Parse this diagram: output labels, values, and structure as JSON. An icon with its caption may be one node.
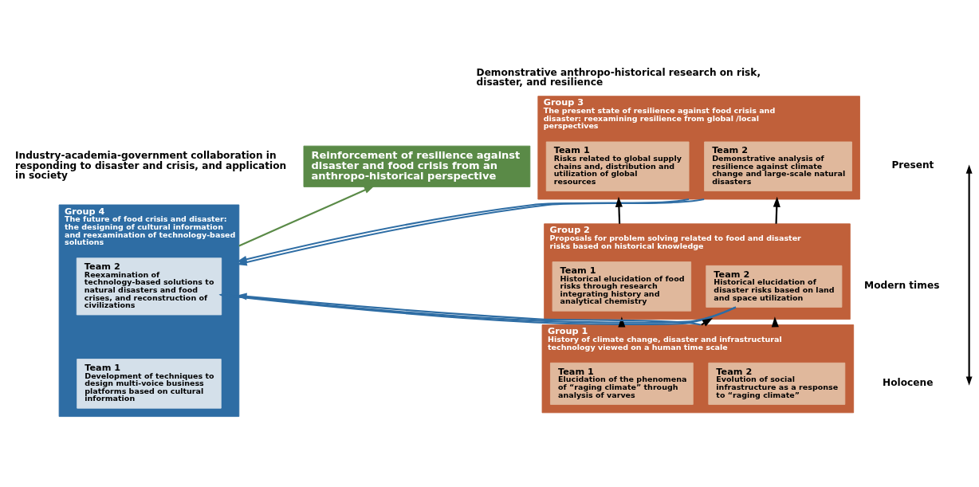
{
  "diagram": {
    "nodes": [
      {
        "text": [
          "Group 3",
          "The present state of resilience against food crisis and disaster: reexamining resilience from global /local perspectives"
        ]
      },
      {
        "text": [
          "Team 1",
          "Risks related to global supply chains and, distribution and utilization of global resources"
        ],
        "in": 0
      },
      {
        "text": [
          "Team 2",
          "Demonstrative analysis of resilience against climate change and large-scale natural disasters"
        ],
        "in": 0
      },
      {
        "text": [
          "Group 2",
          "Proposals for problem solving related to food and disaster risks based on historical knowledge"
        ]
      },
      {
        "text": [
          "Team 1",
          "Historical elucidation of food risks through research integrating history and analytical chemistry"
        ],
        "in": 3
      },
      {
        "text": [
          "Team 2",
          "Historical elucidation of disaster risks based on land and space utilization"
        ],
        "in": 3
      },
      {
        "text": [
          "Group 1",
          "History of climate change, disaster and infrastructural technology viewed on a human time scale"
        ]
      },
      {
        "text": [
          "Team 1",
          "Elucidation of the phenomena of “raging climate” through analysis of varves"
        ],
        "in": 6
      },
      {
        "text": [
          "Team 2",
          "Evolution of social infrastructure as a response to “raging climate”"
        ],
        "in": 6
      },
      {
        "text": [
          "Group 4",
          "The future of food crisis and disaster: the designing of cultural information and reexamination of technology-based solutions"
        ]
      },
      {
        "text": [
          "Team 2",
          "Reexamination of technology-based solutions to natural disasters and food crises, and reconstruction of civilizations"
        ],
        "in": 9
      },
      {
        "text": [
          "Team 1",
          "Development of techniques to design multi-voice business platforms based on cultural information"
        ],
        "in": 9
      },
      {
        "text": [
          "Reinforcement of resilience against disaster and food crisis from an anthropo-historical perspective"
        ]
      }
    ],
    "edges": [
      {
        "from": 3,
        "to": 0,
        "arrow": "to",
        "color": "#000000"
      },
      {
        "from": 3,
        "to": 0,
        "arrow": "to",
        "color": "#000000"
      },
      {
        "from": 6,
        "to": 3,
        "arrow": "to",
        "color": "#000000"
      },
      {
        "from": 6,
        "to": 3,
        "arrow": "to",
        "color": "#000000"
      },
      {
        "from": 6,
        "to": 3,
        "arrow": "to",
        "color": "#000000"
      },
      {
        "from": 0,
        "to": 9,
        "arrow": "to",
        "color": "#2e6da4"
      },
      {
        "from": 0,
        "to": 9,
        "arrow": "to",
        "color": "#2e6da4"
      },
      {
        "from": 3,
        "to": 9,
        "arrow": "to",
        "color": "#2e6da4"
      },
      {
        "from": 6,
        "to": 9,
        "arrow": "to",
        "color": "#2e6da4"
      },
      {
        "from": 9,
        "to": 12,
        "arrow": "to",
        "color": "#5a8a47"
      }
    ],
    "labels": [
      "Demonstrative anthropo-historical research on risk, disaster, and resilience",
      "Industry-academia-government collaboration in responding to disaster and crisis, and application in society",
      "Present",
      "Modern times",
      "Holocene"
    ]
  }
}
